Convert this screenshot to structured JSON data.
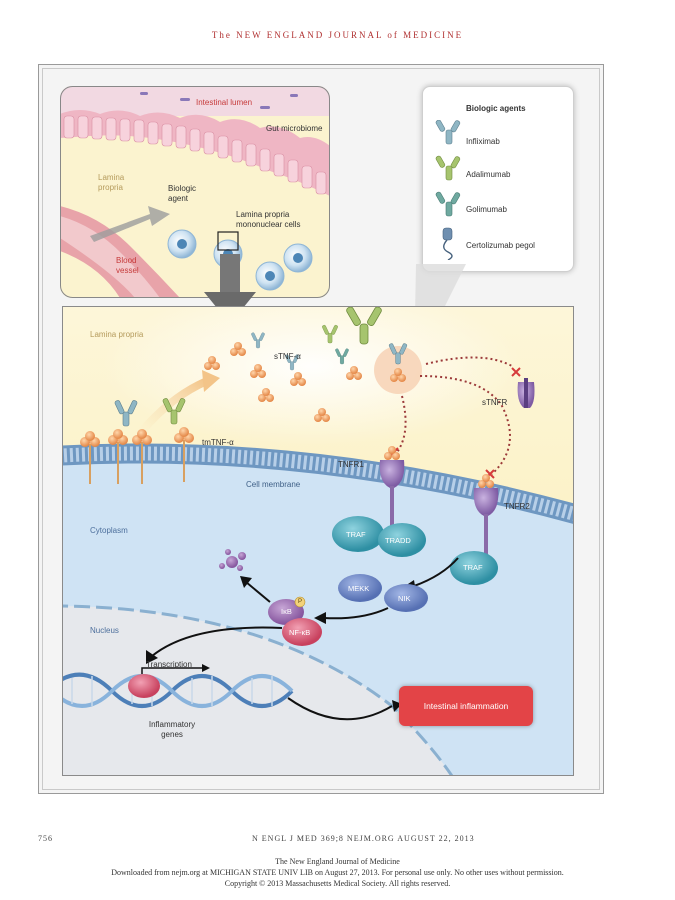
{
  "header": {
    "journal": "The NEW ENGLAND JOURNAL of MEDICINE"
  },
  "inset": {
    "intestinal_lumen": "Intestinal lumen",
    "gut_microbiome": "Gut microbiome",
    "lamina_propria": "Lamina propria",
    "biologic_agent": "Biologic agent",
    "lp_cells": "Lamina propria mononuclear cells",
    "blood_vessel": "Blood vessel"
  },
  "legend": {
    "title": "Biologic agents",
    "items": [
      {
        "label": "Infliximab",
        "color": "#8fb6c4"
      },
      {
        "label": "Adalimumab",
        "color": "#a6c46e"
      },
      {
        "label": "Golimumab",
        "color": "#6fa9a0"
      },
      {
        "label": "Certolizumab pegol",
        "color": "#6f8fb0"
      }
    ]
  },
  "main": {
    "lamina_propria": "Lamina propria",
    "stnf": "sTNF-α",
    "tmtnf": "tmTNF-α",
    "stnfr": "sTNFR",
    "tnfr1": "TNFR1",
    "tnfr2": "TNFR2",
    "cell_membrane": "Cell membrane",
    "cytoplasm": "Cytoplasm",
    "traf1": "TRAF",
    "tradd": "TRADD",
    "traf2": "TRAF",
    "mekk": "MEKK",
    "nik": "NIK",
    "ikb": "IκB",
    "p": "P",
    "nfkb": "NF-κB",
    "nucleus": "Nucleus",
    "transcription": "Transcription",
    "inflammatory_genes": "Inflammatory genes",
    "intestinal_inflammation": "Intestinal inflammation"
  },
  "footer": {
    "page": "756",
    "citation": "N ENGL J MED 369;8   NEJM.ORG   AUGUST 22, 2013",
    "line1": "The New England Journal of Medicine",
    "line2": "Downloaded from nejm.org at MICHIGAN STATE UNIV LIB on August 27, 2013. For personal use only. No other uses without permission.",
    "line3": "Copyright © 2013 Massachusetts Medical Society. All rights reserved."
  },
  "colors": {
    "tnf": "#f0a46a",
    "receptor": "#8a6aa8",
    "traf": "#3aa3b4",
    "membrane": "#7fa4c8",
    "highlight": "#e34447"
  }
}
